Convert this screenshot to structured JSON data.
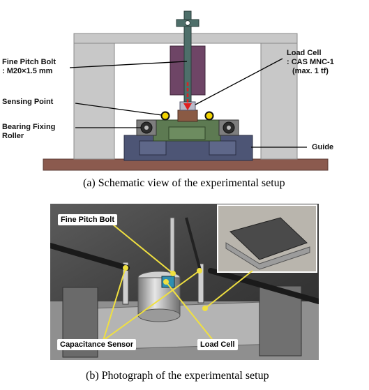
{
  "schematic": {
    "labels": {
      "bolt_line1": "Fine Pitch Bolt",
      "bolt_line2": ": M20×1.5 mm",
      "loadcell_line1": "Load Cell",
      "loadcell_line2": ": CAS MNC-1",
      "loadcell_line3": "(max. 1 tf)",
      "sensing_point": "Sensing Point",
      "roller_line1": "Bearing Fixing",
      "roller_line2": "Roller",
      "guide": "Guide"
    },
    "caption": "(a) Schematic view of the experimental setup"
  },
  "photo": {
    "labels": {
      "bolt": "Fine Pitch Bolt",
      "capacitance_sensor": "Capacitance Sensor",
      "load_cell": "Load Cell"
    },
    "caption": "(b) Photograph of the experimental setup"
  },
  "colors": {
    "frame_gray": "#c8c8c8",
    "base_brown": "#8b5a4e",
    "guide_blue": "#4d5575",
    "stage_green": "#5d7a52",
    "housing_purple": "#6e4566",
    "bolt_teal": "#4e6f6a",
    "sensor_yellow": "#f2d400",
    "arrow_red": "#e02020",
    "photo_line_yellow": "#f0e040"
  }
}
